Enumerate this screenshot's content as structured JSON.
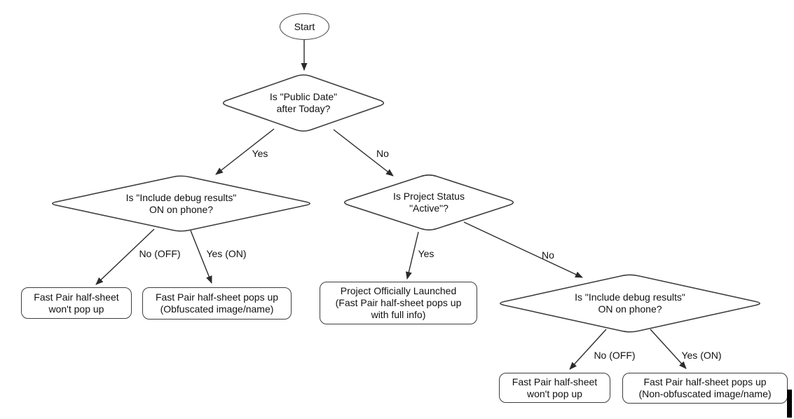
{
  "colors": {
    "background": "#ffffff",
    "shape_fill": "#ffffff",
    "shape_border": "#3d3d3d",
    "arrow": "#2b2b2b",
    "text": "#111111",
    "caret": "#000000"
  },
  "nodes": [
    {
      "id": "start",
      "type": "oval",
      "label": "Start"
    },
    {
      "id": "q-public-date",
      "type": "diamond",
      "label": "Is \"Public Date\"\nafter Today?"
    },
    {
      "id": "q-debug-left",
      "type": "diamond",
      "label": "Is \"Include debug results\"\nON on phone?"
    },
    {
      "id": "q-project-status",
      "type": "diamond",
      "label": "Is Project Status\n\"Active\"?"
    },
    {
      "id": "q-debug-right",
      "type": "diamond",
      "label": "Is \"Include debug results\"\nON on phone?"
    },
    {
      "id": "outcome-no-popup-left",
      "type": "rounded-box",
      "label": "Fast Pair half-sheet\nwon't pop up"
    },
    {
      "id": "outcome-obfuscated",
      "type": "rounded-box",
      "label": "Fast Pair half-sheet pops up\n(Obfuscated image/name)"
    },
    {
      "id": "outcome-launched",
      "type": "rounded-box",
      "label": "Project Officially Launched\n(Fast Pair half-sheet pops up\nwith full info)"
    },
    {
      "id": "outcome-no-popup-right",
      "type": "rounded-box",
      "label": "Fast Pair half-sheet\nwon't pop up"
    },
    {
      "id": "outcome-non-obfuscated",
      "type": "rounded-box",
      "label": "Fast Pair half-sheet pops up\n(Non-obfuscated image/name)"
    }
  ],
  "edges": [
    {
      "from": "start",
      "to": "q-public-date",
      "label": ""
    },
    {
      "from": "q-public-date",
      "to": "q-debug-left",
      "label": "Yes"
    },
    {
      "from": "q-public-date",
      "to": "q-project-status",
      "label": "No"
    },
    {
      "from": "q-debug-left",
      "to": "outcome-no-popup-left",
      "label": "No (OFF)"
    },
    {
      "from": "q-debug-left",
      "to": "outcome-obfuscated",
      "label": "Yes (ON)"
    },
    {
      "from": "q-project-status",
      "to": "outcome-launched",
      "label": "Yes"
    },
    {
      "from": "q-project-status",
      "to": "q-debug-right",
      "label": "No"
    },
    {
      "from": "q-debug-right",
      "to": "outcome-no-popup-right",
      "label": "No (OFF)"
    },
    {
      "from": "q-debug-right",
      "to": "outcome-non-obfuscated",
      "label": "Yes (ON)"
    }
  ]
}
